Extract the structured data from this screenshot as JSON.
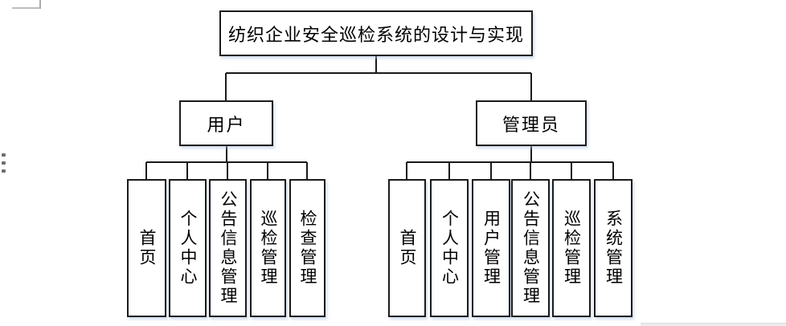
{
  "diagram": {
    "root": {
      "label": "纺织企业安全巡检系统的设计与实现"
    },
    "branches": [
      {
        "label": "用户",
        "children": [
          "首页",
          "个人中心",
          "公告信息管理",
          "巡检管理",
          "检查管理"
        ]
      },
      {
        "label": "管理员",
        "children": [
          "首页",
          "个人中心",
          "用户管理",
          "公告信息管理",
          "巡检管理",
          "系统管理"
        ]
      }
    ]
  }
}
